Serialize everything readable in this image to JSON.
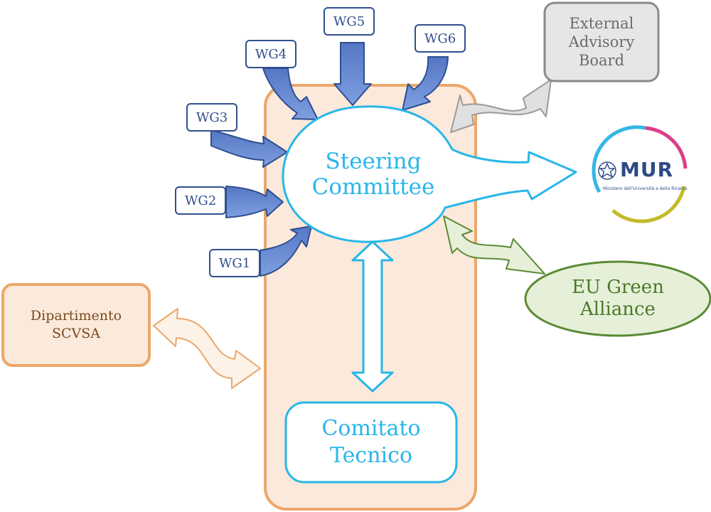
{
  "steering_committee": {
    "label": "Steering\nCommittee"
  },
  "comitato_tecnico": {
    "label": "Comitato\nTecnico"
  },
  "external_advisory_board": {
    "label": "External\nAdvisory\nBoard"
  },
  "dipartimento": {
    "label": "Dipartimento\nSCVSA"
  },
  "eu_green_alliance": {
    "label": "EU Green\nAlliance"
  },
  "working_groups": [
    {
      "label": "WG1"
    },
    {
      "label": "WG2"
    },
    {
      "label": "WG3"
    },
    {
      "label": "WG4"
    },
    {
      "label": "WG5"
    },
    {
      "label": "WG6"
    }
  ],
  "mur_logo": {
    "name": "MUR",
    "subtitle": "Ministero dell'Università e della Ricerca"
  },
  "colors": {
    "container_fill": "#fbe9dc",
    "container_border": "#eba76a",
    "steering_border": "#29b6e8",
    "wg_border": "#2f4f8f",
    "wg_arrow": "#6b8fd2",
    "ext_border": "#8a8a8a",
    "ext_fill": "#e6e6e6",
    "eu_border": "#5b8a34",
    "eu_fill": "#e6f0d9",
    "dip_border": "#eba76a",
    "dip_fill": "#fbe9dc"
  }
}
